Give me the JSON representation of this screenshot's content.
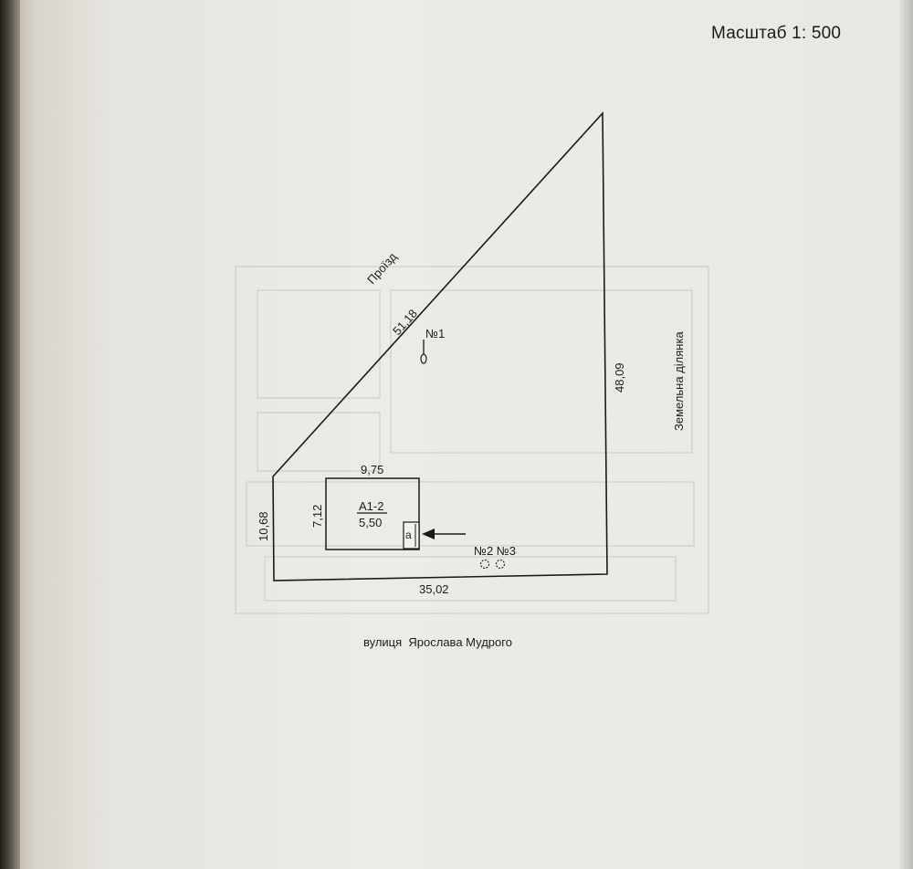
{
  "scale_label": "Масштаб 1: 500",
  "plot": {
    "side_top_length": "51,18",
    "side_right_length": "48,09",
    "side_bottom_length": "35,02",
    "side_left_length": "10,68"
  },
  "building": {
    "width": "9,75",
    "height": "7,12",
    "code": "А1-2",
    "storey_height": "5,50",
    "porch_letter": "а"
  },
  "markers": {
    "structure_1": "№1",
    "structures_2_3": "№2 №3"
  },
  "neighbors": {
    "top": "Проїзд",
    "right": "Земельна ділянка",
    "bottom": "вулиця  Ярослава Мудрого"
  }
}
